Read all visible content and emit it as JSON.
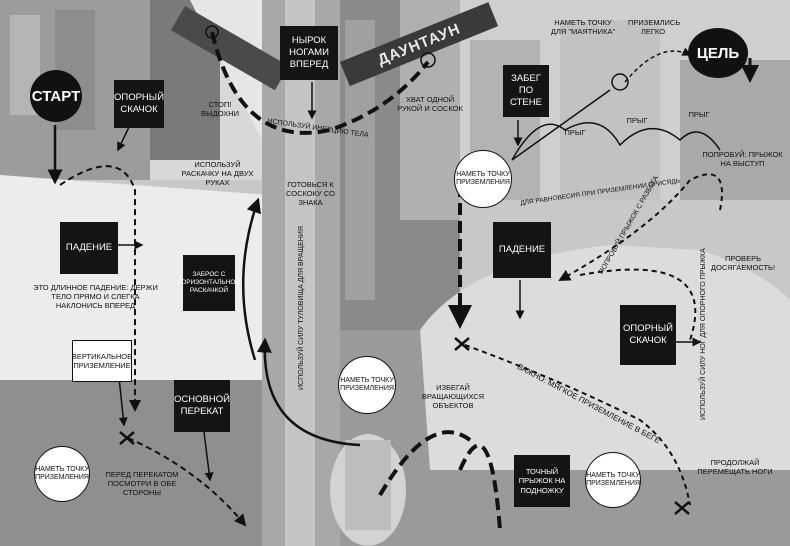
{
  "start": "СТАРТ",
  "finish": "ЦЕЛЬ",
  "sign_downtown": "ДАУНТАУН",
  "boxes": {
    "support_jump_top": "ОПОРНЫЙ СКАЧОК",
    "legs_forward": "НЫРОК НОГАМИ ВПЕРЕД",
    "wall_run": "ЗАБЕГ ПО СТЕНЕ",
    "fall_left": "ПАДЕНИЕ",
    "horizontal_swing": "ЗАБРОС С ГОРИЗОНТАЛЬНОЙ РАСКАЧКОЙ",
    "fall_right": "ПАДЕНИЕ",
    "support_jump_right": "ОПОРНЫЙ СКАЧОК",
    "basic_roll": "ОСНОВНОЙ ПЕРЕКАТ",
    "precise_jump": "ТОЧНЫЙ ПРЫЖОК НА ПОДНОЖКУ",
    "vertical_landing": "ВЕРТИКАЛЬНОЕ ПРИЗЕМЛЕНИЕ"
  },
  "circles": {
    "landing_bottom_left": "НАМЕТЬ ТОЧКУ ПРИЗЕМЛЕНИЯ",
    "landing_middle": "НАМЕТЬ ТОЧКУ ПРИЗЕМЛЕНИЯ",
    "landing_top_right": "НАМЕТЬ ТОЧКУ ПРИЗЕМЛЕНИЯ",
    "landing_bottom_right": "НАМЕТЬ ТОЧКУ ПРИЗЕМЛЕНИЯ"
  },
  "notes": {
    "stop_exhale": "СТОП! ВЫДОХНИ",
    "use_swing_hands": "ИСПОЛЬЗУЙ РАСКАЧКУ НА ДВУХ РУКАХ",
    "use_inertia": "ИСПОЛЬЗУЙ ИНЕРЦИЮ ТЕЛА",
    "grab_one_hand": "ХВАТ ОДНОЙ РУКОЙ И СОСКОК",
    "get_ready": "ГОТОВЬСЯ К СОСКОКУ СО ЗНАКА",
    "long_fall": "ЭТО ДЛИННОЕ ПАДЕНИЕ: ДЕРЖИ ТЕЛО ПРЯМО И СЛЕГКА НАКЛОНИСЬ ВПЕРЕД",
    "before_roll": "ПЕРЕД ПЕРЕКАТОМ ПОСМОТРИ В ОБЕ СТОРОНЫ",
    "avoid_rotating": "ИЗБЕГАЙ ВРАЩАЮЩИХСЯ ОБЪЕКТОВ",
    "important_soft": "ВАЖНО: МЯГКОЕ ПРИЗЕМЛЕНИЕ В БЕГЕ",
    "keep_moving": "ПРОДОЛЖАЙ ПЕРЕМЕЩАТЬ НОГИ",
    "pendulum_point": "НАМЕТЬ ТОЧКУ ДЛЯ \"МАЯТНИКА\"",
    "land_easy": "ПРИЗЕМЛИСЬ ЛЕГКО",
    "jump1": "ПРЫГ",
    "jump2": "ПРЫГ",
    "jump3": "ПРЫГ",
    "try_ledge": "ПОПРОБУЙ: ПРЫЖОК НА ВЫСТУП",
    "check_reach": "ПРОВЕРЬ ДОСЯГАЕМОСТЬ!",
    "balance_crouch": "ДЛЯ РАВНОВЕСИЯ ПРИ ПРИЗЕМЛЕНИИ ПРИСЯДЬ",
    "try_running": "ПОПРОБУЙ ПРЫЖОК С РАЗБЕГА",
    "torso_rotation": "ИСПОЛЬЗУЙ СИЛУ ТУЛОВИЩА ДЛЯ ВРАЩЕНИЯ",
    "legs_power": "ИСПОЛЬЗУЙ СИЛУ НОГ ДЛЯ ОПОРНОГО ПРЫЖКА"
  }
}
